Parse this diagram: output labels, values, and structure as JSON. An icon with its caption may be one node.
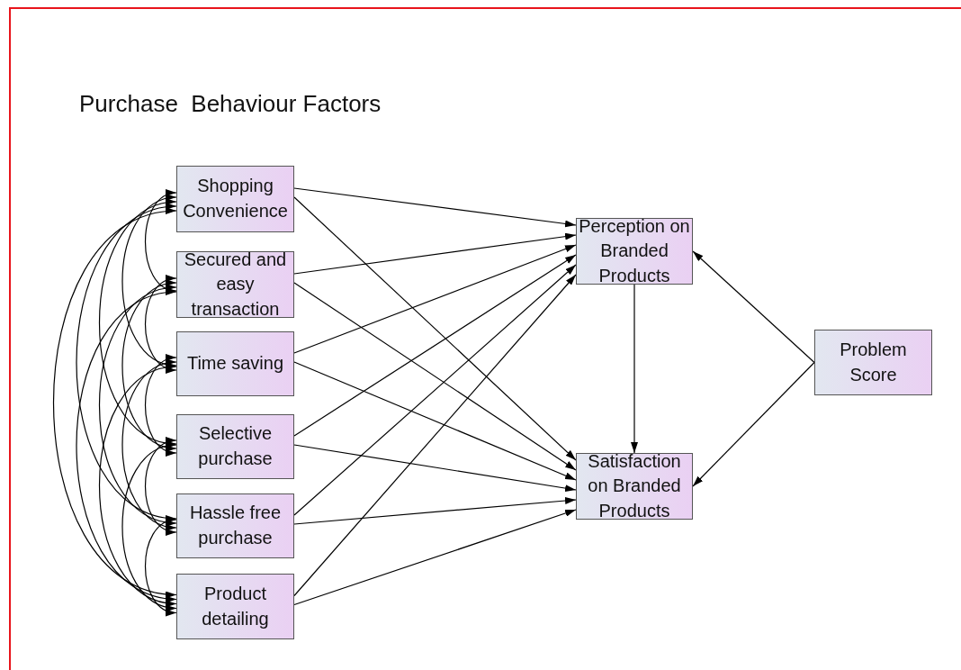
{
  "diagram": {
    "title": "Purchase  Behaviour Factors",
    "nodes": [
      {
        "text": [
          "Shopping Convenience"
        ]
      },
      {
        "text": [
          "Secured and easy transaction"
        ]
      },
      {
        "text": [
          "Time saving"
        ]
      },
      {
        "text": [
          "Selective purchase"
        ]
      },
      {
        "text": [
          "Hassle free purchase"
        ]
      },
      {
        "text": [
          "Product detailing"
        ]
      },
      {
        "text": [
          "Perception on Branded Products"
        ]
      },
      {
        "text": [
          "Satisfaction on Branded Products"
        ]
      },
      {
        "text": [
          "Problem Score"
        ]
      }
    ],
    "edges": [
      {
        "from": 0,
        "to": 6,
        "arrow": "to"
      },
      {
        "from": 0,
        "to": 7,
        "arrow": "to"
      },
      {
        "from": 1,
        "to": 6,
        "arrow": "to"
      },
      {
        "from": 1,
        "to": 7,
        "arrow": "to"
      },
      {
        "from": 2,
        "to": 6,
        "arrow": "to"
      },
      {
        "from": 2,
        "to": 7,
        "arrow": "to"
      },
      {
        "from": 3,
        "to": 6,
        "arrow": "to"
      },
      {
        "from": 3,
        "to": 7,
        "arrow": "to"
      },
      {
        "from": 4,
        "to": 6,
        "arrow": "to"
      },
      {
        "from": 4,
        "to": 7,
        "arrow": "to"
      },
      {
        "from": 5,
        "to": 6,
        "arrow": "to"
      },
      {
        "from": 5,
        "to": 7,
        "arrow": "to"
      },
      {
        "from": 6,
        "to": 7,
        "arrow": "to"
      },
      {
        "from": 8,
        "to": 6,
        "arrow": "to"
      },
      {
        "from": 8,
        "to": 7,
        "arrow": "to"
      },
      {
        "from": 0,
        "to": 1,
        "arrow": "both"
      },
      {
        "from": 0,
        "to": 2,
        "arrow": "both"
      },
      {
        "from": 0,
        "to": 3,
        "arrow": "both"
      },
      {
        "from": 0,
        "to": 4,
        "arrow": "both"
      },
      {
        "from": 0,
        "to": 5,
        "arrow": "both"
      },
      {
        "from": 1,
        "to": 2,
        "arrow": "both"
      },
      {
        "from": 1,
        "to": 3,
        "arrow": "both"
      },
      {
        "from": 1,
        "to": 4,
        "arrow": "both"
      },
      {
        "from": 1,
        "to": 5,
        "arrow": "both"
      },
      {
        "from": 2,
        "to": 3,
        "arrow": "both"
      },
      {
        "from": 2,
        "to": 4,
        "arrow": "both"
      },
      {
        "from": 2,
        "to": 5,
        "arrow": "both"
      },
      {
        "from": 3,
        "to": 4,
        "arrow": "both"
      },
      {
        "from": 3,
        "to": 5,
        "arrow": "both"
      },
      {
        "from": 4,
        "to": 5,
        "arrow": "both"
      }
    ]
  }
}
